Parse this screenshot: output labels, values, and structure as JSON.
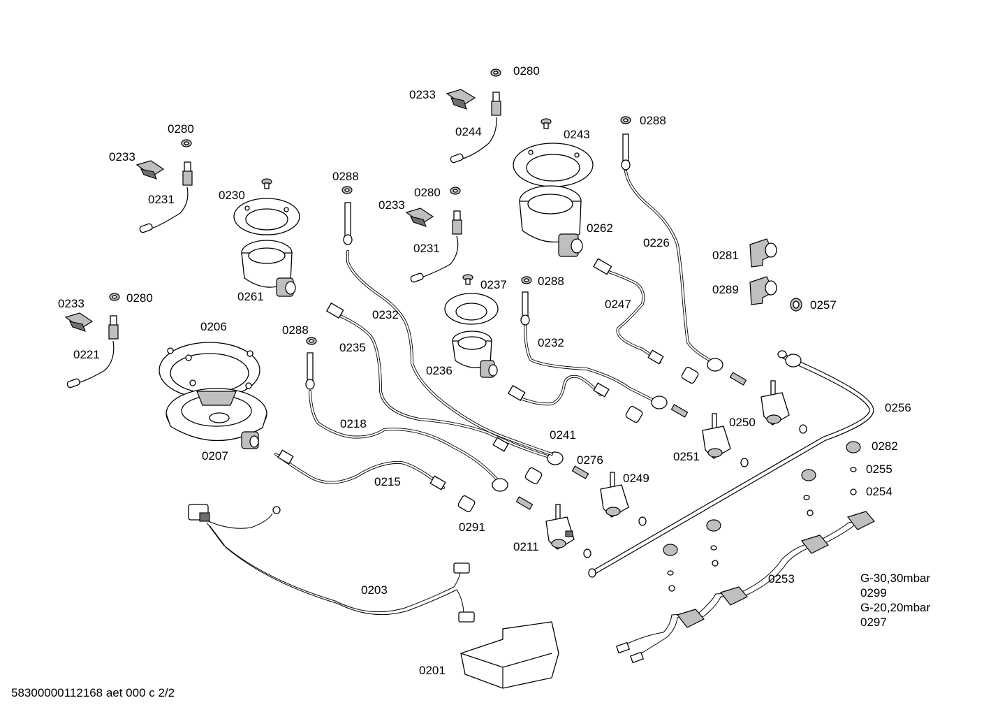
{
  "parts": [
    {
      "id": "p0280a",
      "label": "0280"
    },
    {
      "id": "p0233a",
      "label": "0233"
    },
    {
      "id": "p0244",
      "label": "0244"
    },
    {
      "id": "p0243",
      "label": "0243"
    },
    {
      "id": "p0288a",
      "label": "0288"
    },
    {
      "id": "p0280b",
      "label": "0280"
    },
    {
      "id": "p0233b",
      "label": "0233"
    },
    {
      "id": "p0231a",
      "label": "0231"
    },
    {
      "id": "p0230",
      "label": "0230"
    },
    {
      "id": "p0288b",
      "label": "0288"
    },
    {
      "id": "p0280c",
      "label": "0280"
    },
    {
      "id": "p0233c",
      "label": "0233"
    },
    {
      "id": "p0262",
      "label": "0262"
    },
    {
      "id": "p0231b",
      "label": "0231"
    },
    {
      "id": "p0226",
      "label": "0226"
    },
    {
      "id": "p0281",
      "label": "0281"
    },
    {
      "id": "p0261",
      "label": "0261"
    },
    {
      "id": "p0237",
      "label": "0237"
    },
    {
      "id": "p0288c",
      "label": "0288"
    },
    {
      "id": "p0289",
      "label": "0289"
    },
    {
      "id": "p0257",
      "label": "0257"
    },
    {
      "id": "p0247",
      "label": "0247"
    },
    {
      "id": "p0233d",
      "label": "0233"
    },
    {
      "id": "p0280d",
      "label": "0280"
    },
    {
      "id": "p0232a",
      "label": "0232"
    },
    {
      "id": "p0206",
      "label": "0206"
    },
    {
      "id": "p0288d",
      "label": "0288"
    },
    {
      "id": "p0232b",
      "label": "0232"
    },
    {
      "id": "p0235",
      "label": "0235"
    },
    {
      "id": "p0221",
      "label": "0221"
    },
    {
      "id": "p0236",
      "label": "0236"
    },
    {
      "id": "p0256",
      "label": "0256"
    },
    {
      "id": "p0218",
      "label": "0218"
    },
    {
      "id": "p0250",
      "label": "0250"
    },
    {
      "id": "p0241",
      "label": "0241"
    },
    {
      "id": "p0282",
      "label": "0282"
    },
    {
      "id": "p0207",
      "label": "0207"
    },
    {
      "id": "p0251",
      "label": "0251"
    },
    {
      "id": "p0276",
      "label": "0276"
    },
    {
      "id": "p0255",
      "label": "0255"
    },
    {
      "id": "p0249",
      "label": "0249"
    },
    {
      "id": "p0215",
      "label": "0215"
    },
    {
      "id": "p0254",
      "label": "0254"
    },
    {
      "id": "p0291",
      "label": "0291"
    },
    {
      "id": "p0211",
      "label": "0211"
    },
    {
      "id": "p0253",
      "label": "0253"
    },
    {
      "id": "p0203",
      "label": "0203"
    },
    {
      "id": "p0201",
      "label": "0201"
    }
  ],
  "legend": {
    "line1": "G-30,30mbar",
    "line2": "0299",
    "line3": "G-20,20mbar",
    "line4": "0297"
  },
  "footer": "58300000112168 aet 000 c 2/2"
}
